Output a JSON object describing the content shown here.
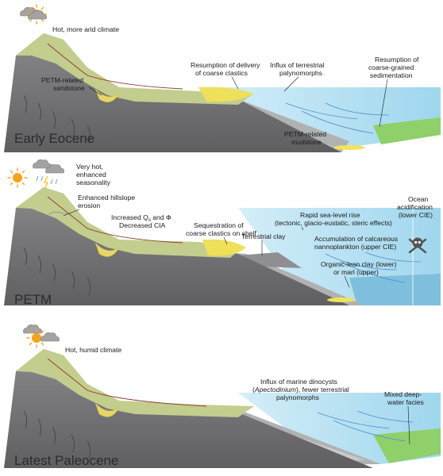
{
  "panels": [
    {
      "title": "Early Eocene",
      "climate": [
        "Hot, more arid climate"
      ],
      "labels": {
        "sandstone": [
          "PETM-related",
          "sandstone"
        ],
        "resumption_clastics": [
          "Resumption of delivery",
          "of coarse clastics"
        ],
        "influx_terrestrial": [
          "Influx of terrestrial",
          "palynomorphs"
        ],
        "resumption_coarse": [
          "Resumption of",
          "coarse-grained",
          "sedimentation"
        ],
        "mudstone": [
          "PETM-related",
          "mudstone"
        ]
      }
    },
    {
      "title": "PETM",
      "climate": [
        "Very hot,",
        "enhanced",
        "seasonality"
      ],
      "labels": {
        "hillslope": [
          "Enhanced hillslope",
          "erosion"
        ],
        "increased_q_pre": "Increased Q",
        "increased_q_sub": "s",
        "increased_q_post": " and Φ",
        "decreased_cia": "Decreased CIA",
        "sequestration": [
          "Sequestration of",
          "coarse clastics on shelf"
        ],
        "terrestrial_clay": "Terrestrial clay",
        "sea_level": [
          "Rapid sea-level rise",
          "(tectonic, glacio-eustatic, steric effects)"
        ],
        "nannoplankton": [
          "Accumulation of calcareous",
          "nannoplankton (upper CIE)"
        ],
        "ocean_acid": [
          "Ocean",
          "acidification",
          "(lower CIE)"
        ],
        "organic_lean": [
          "Organic-lean clay (lower)",
          "or marl (upper)"
        ]
      }
    },
    {
      "title": "Latest Paleocene",
      "climate": [
        "Hot, humid climate"
      ],
      "labels": {
        "marine_dinocysts_1": "Influx of marine dinocysts",
        "marine_dinocysts_2a": "(",
        "marine_dinocysts_2b": "Apectodinium",
        "marine_dinocysts_2c": "), fewer terrestrial",
        "marine_dinocysts_3": "palynomorphs",
        "mixed_deep": [
          "Mixed deep-",
          "water facies"
        ]
      }
    }
  ],
  "colors": {
    "mountain": "#7a7a7c",
    "mountain_dark": "#5c5c5e",
    "veg": "#c5cf92",
    "veg_dark": "#a9b676",
    "sand": "#f4e55c",
    "slope": "#b9babc",
    "water": "#b9e3f3",
    "water_deep": "#8dcde8",
    "green_fan": "#9ed27a",
    "river": "#8a3a2a",
    "sun": "#f5a21e",
    "cloud": "#9a9a9a"
  }
}
